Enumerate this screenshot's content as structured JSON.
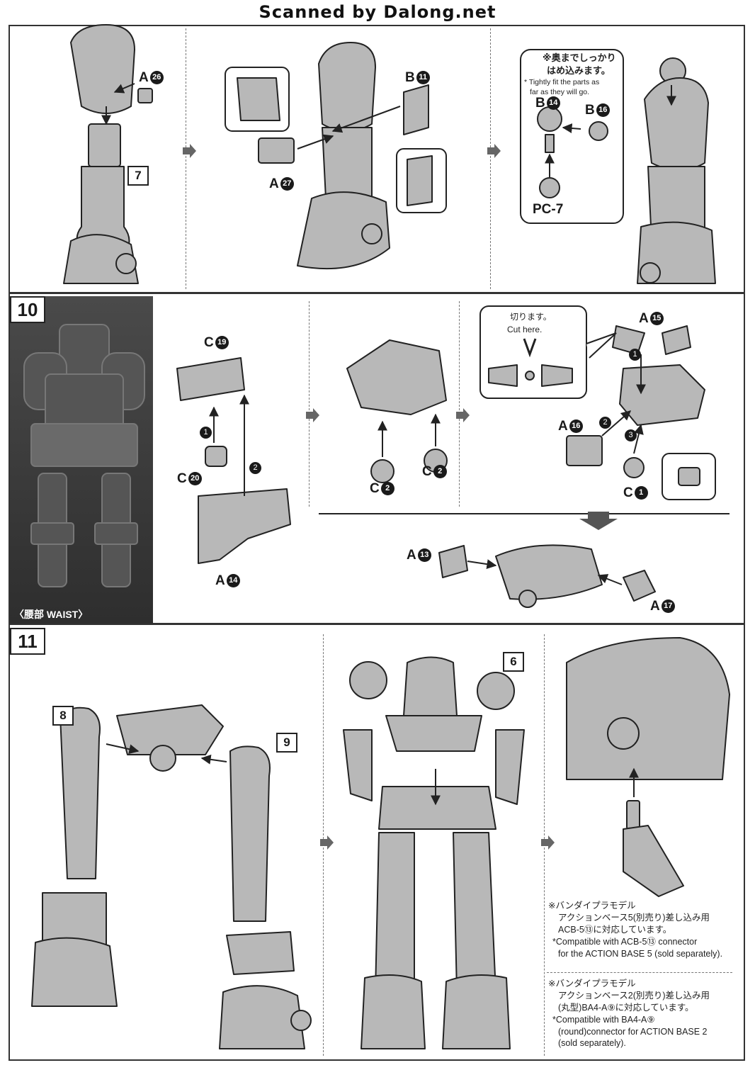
{
  "header": {
    "scan_credit": "Scanned by Dalong.net"
  },
  "step9": {
    "part_a26": {
      "letter": "A",
      "num": "26"
    },
    "sub_7": "7",
    "part_b11": {
      "letter": "B",
      "num": "11"
    },
    "part_a27": {
      "letter": "A",
      "num": "27"
    },
    "part_b14": {
      "letter": "B",
      "num": "14"
    },
    "part_b16": {
      "letter": "B",
      "num": "16"
    },
    "part_pc7": "PC-7",
    "tip_jp_1": "※奥までしっかり",
    "tip_jp_2": "はめ込みます。",
    "tip_en_1": "* Tightly fit the parts as",
    "tip_en_2": "far as they will go."
  },
  "step10": {
    "number": "10",
    "section_label": "〈腰部 WAIST〉",
    "part_c19": {
      "letter": "C",
      "num": "19"
    },
    "part_c20": {
      "letter": "C",
      "num": "20"
    },
    "part_a14": {
      "letter": "A",
      "num": "14"
    },
    "part_c2_left": {
      "letter": "C",
      "num": "2"
    },
    "part_c2_right": {
      "letter": "C",
      "num": "2"
    },
    "part_a15": {
      "letter": "A",
      "num": "15"
    },
    "part_a16": {
      "letter": "A",
      "num": "16"
    },
    "part_c1": {
      "letter": "C",
      "num": "1"
    },
    "part_a13": {
      "letter": "A",
      "num": "13"
    },
    "part_a17": {
      "letter": "A",
      "num": "17"
    },
    "cut_jp": "切ります。",
    "cut_en": "Cut here.",
    "order_1": "1",
    "order_2": "2",
    "order_3": "3"
  },
  "step11": {
    "number": "11",
    "sub_8": "8",
    "sub_9": "9",
    "sub_6": "6",
    "note1": {
      "jp1": "※バンダイプラモデル",
      "jp2": "アクションベース5(別売り)差し込み用",
      "jp3": "ACB-5⑬に対応しています。",
      "en1": "*Compatible with ACB-5⑬ connector",
      "en2": "for the ACTION BASE 5 (sold separately)."
    },
    "note2": {
      "jp1": "※バンダイプラモデル",
      "jp2": "アクションベース2(別売り)差し込み用",
      "jp3": "(丸型)BA4-A⑨に対応しています。",
      "en1": "*Compatible with BA4-A⑨",
      "en2": "(round)connector for  ACTION BASE 2",
      "en3": "(sold separately)."
    }
  }
}
